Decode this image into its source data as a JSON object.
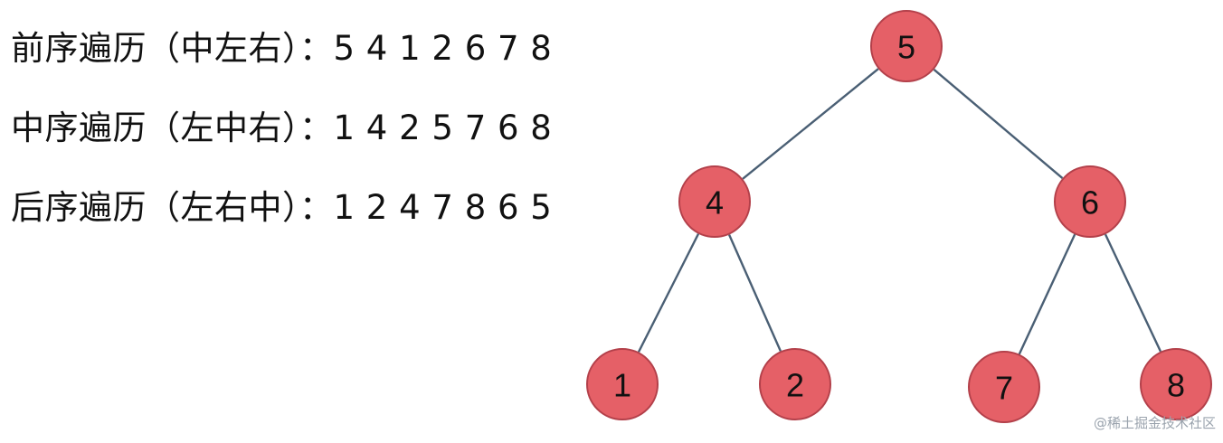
{
  "traversals": [
    {
      "label": "前序遍历（中左右）：",
      "sequence": "5 4 1 2 6 7 8"
    },
    {
      "label": "中序遍历（左中右）：",
      "sequence": "1 4 2 5 7 6 8"
    },
    {
      "label": "后序遍历（左右中）：",
      "sequence": "1 2 4 7 8 6 5"
    }
  ],
  "tree": {
    "nodes": [
      {
        "id": "n5",
        "value": "5"
      },
      {
        "id": "n4",
        "value": "4"
      },
      {
        "id": "n6",
        "value": "6"
      },
      {
        "id": "n1",
        "value": "1"
      },
      {
        "id": "n2",
        "value": "2"
      },
      {
        "id": "n7",
        "value": "7"
      },
      {
        "id": "n8",
        "value": "8"
      }
    ],
    "edges": [
      {
        "from": "n5",
        "to": "n4"
      },
      {
        "from": "n5",
        "to": "n6"
      },
      {
        "from": "n4",
        "to": "n1"
      },
      {
        "from": "n4",
        "to": "n2"
      },
      {
        "from": "n6",
        "to": "n7"
      },
      {
        "from": "n6",
        "to": "n8"
      }
    ],
    "node_fill": "#e56067",
    "node_stroke": "#b3404a",
    "edge_color": "#4a5f74"
  },
  "watermark": "@稀土掘金技术社区"
}
